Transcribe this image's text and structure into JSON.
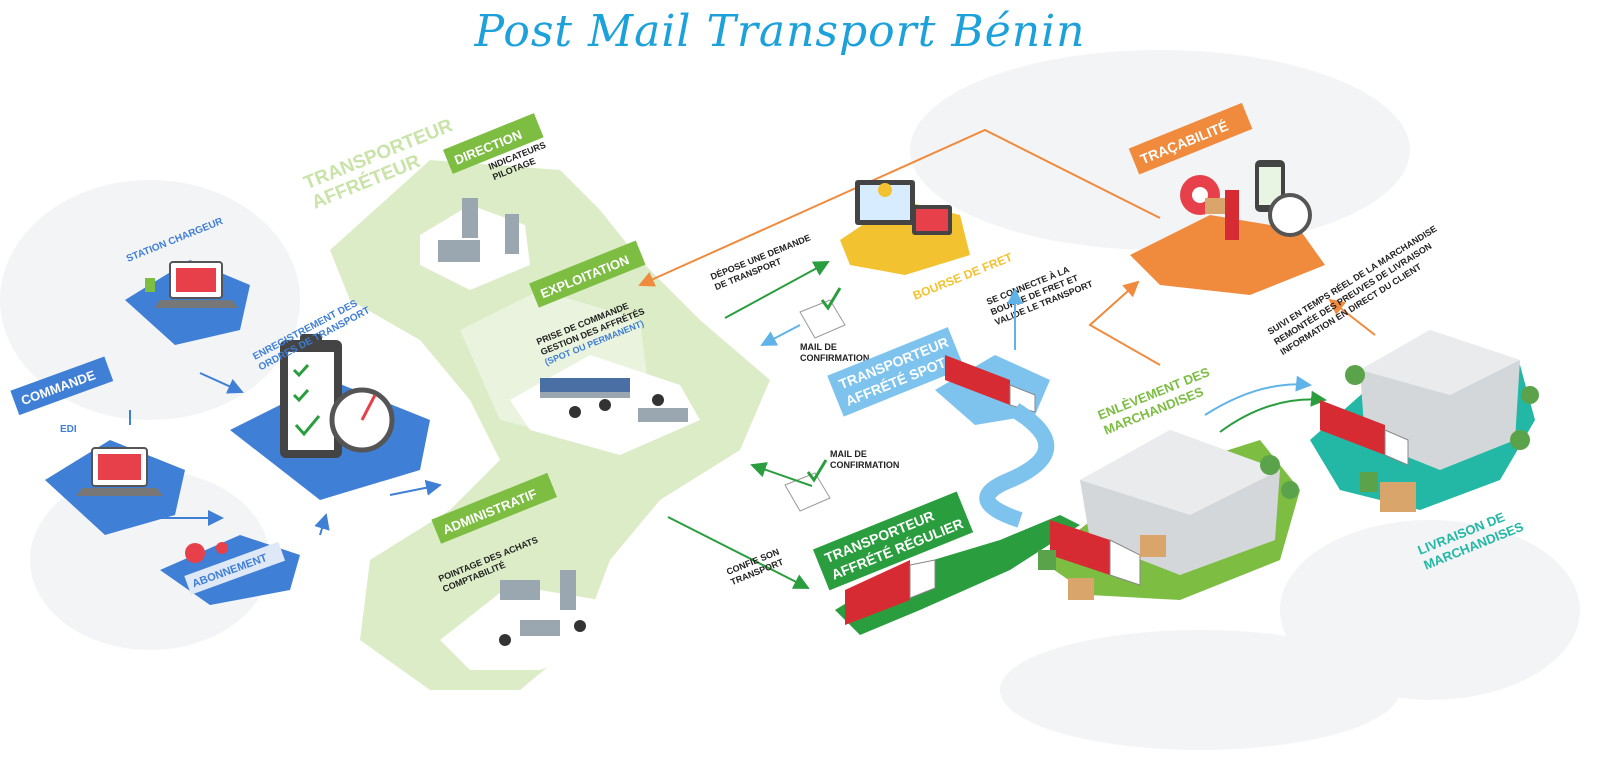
{
  "title": "Post Mail Transport Bénin",
  "colors": {
    "title": "#1da1db",
    "blue": "#3f7fd6",
    "light_blue": "#7ec3ee",
    "green": "#7cbd42",
    "dark_green": "#2a9e3e",
    "pale_green": "#dbecc6",
    "orange": "#f08a3c",
    "yellow": "#f2c230",
    "teal": "#22b8a5"
  },
  "left": {
    "commande": "COMMANDE",
    "station_chargeur": "STATION CHARGEUR",
    "edi": "EDI",
    "abonnement": "ABONNEMENT",
    "enregistrement": [
      "ENREGISTREMENT DES",
      "ORDRES DE TRANSPORT"
    ]
  },
  "affreteur": {
    "title": [
      "TRANSPORTEUR",
      "AFFRÉTEUR"
    ],
    "direction": "DIRECTION",
    "direction_note": [
      "INDICATEURS",
      "PILOTAGE"
    ],
    "exploitation": "EXPLOITATION",
    "exploitation_note": [
      "PRISE DE COMMANDE",
      "GESTION DES AFFRÉTÉS",
      "(SPOT OU PERMANENT)"
    ],
    "administratif": "ADMINISTRATIF",
    "administratif_note": [
      "POINTAGE DES ACHATS",
      "COMPTABILITÉ"
    ]
  },
  "middle": {
    "depose": [
      "DÉPOSE UNE DEMANDE",
      "DE TRANSPORT"
    ],
    "mail_conf_1": [
      "MAIL DE",
      "CONFIRMATION"
    ],
    "bourse": "BOURSE DE FRET",
    "connecte": [
      "SE CONNECTE À LA",
      "BOURSE DE FRET ET",
      "VALIDE LE TRANSPORT"
    ],
    "spot": [
      "TRANSPORTEUR",
      "AFFRÉTÉ SPOT"
    ],
    "mail_conf_2": [
      "MAIL DE",
      "CONFIRMATION"
    ],
    "confie": [
      "CONFIE SON",
      "TRANSPORT"
    ],
    "regulier": [
      "TRANSPORTEUR",
      "AFFRÉTÉ RÉGULIER"
    ]
  },
  "right": {
    "tracabilite": "TRAÇABILITÉ",
    "enlevement": [
      "ENLÈVEMENT DES",
      "MARCHANDISES"
    ],
    "suivi": [
      "SUIVI EN TEMPS RÉEL DE LA MARCHANDISE",
      "REMONTÉE DES PREUVES DE LIVRAISON",
      "INFORMATION EN DIRECT DU CLIENT"
    ],
    "livraison": [
      "LIVRAISON DE",
      "MARCHANDISES"
    ]
  },
  "icons": [
    "laptop-icon",
    "clipboard-icon",
    "stopwatch-icon",
    "bell-icon",
    "envelope-icon",
    "map-pin-icon",
    "truck-icon",
    "warehouse-icon",
    "desk-workstation-icon",
    "forklift-icon",
    "pallet-icon"
  ]
}
